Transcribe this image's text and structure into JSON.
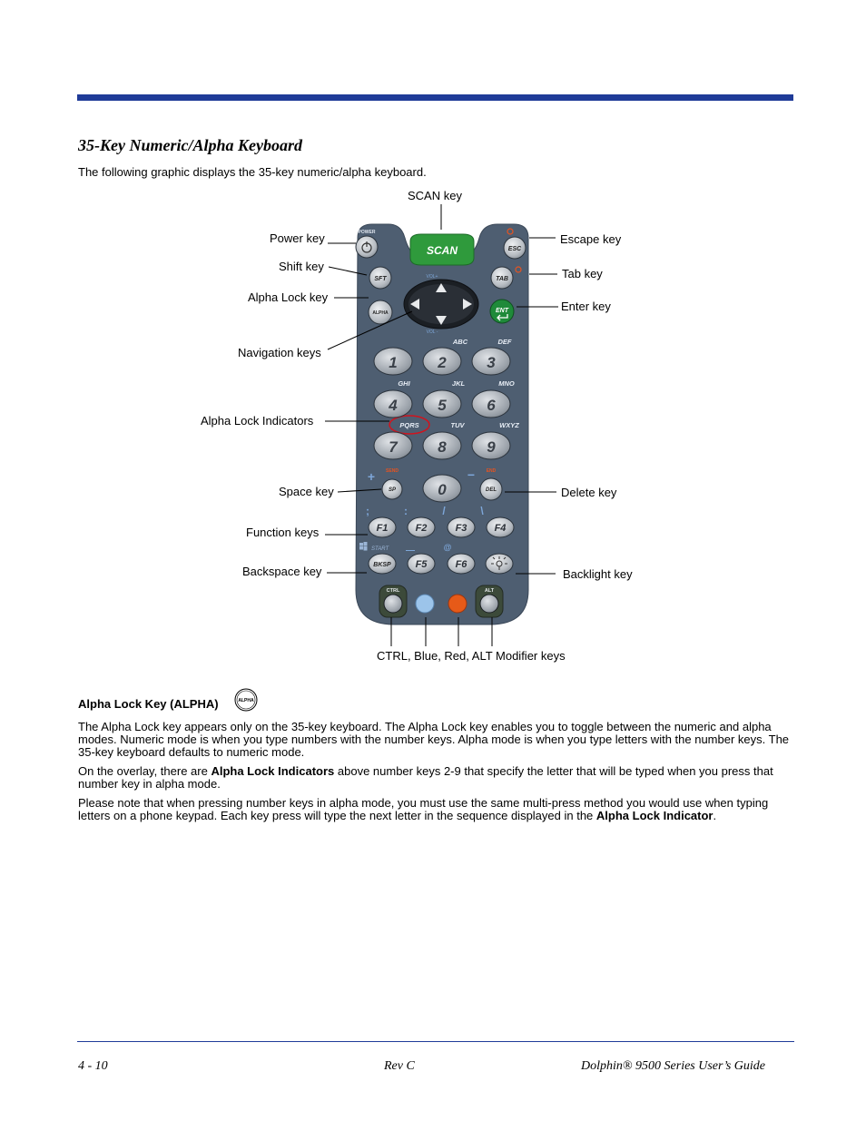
{
  "page": {
    "heading": "35-Key Numeric/Alpha Keyboard",
    "intro": "The following graphic displays the 35-key numeric/alpha keyboard."
  },
  "callouts": {
    "scan": "SCAN key",
    "power": "Power key",
    "shift": "Shift key",
    "alpha_lock": "Alpha Lock key",
    "navigation": "Navigation keys",
    "alpha_indicators": "Alpha Lock Indicators",
    "space": "Space key",
    "function": "Function keys",
    "backspace": "Backspace key",
    "escape": "Escape key",
    "tab": "Tab key",
    "enter": "Enter key",
    "delete": "Delete key",
    "backlight": "Backlight key",
    "modifiers": "CTRL, Blue, Red, ALT Modifier keys"
  },
  "keyboard": {
    "power": "POWER",
    "scan": "SCAN",
    "esc": "ESC",
    "sft": "SFT",
    "tab": "TAB",
    "alpha": "ALPHA",
    "ent": "ENT",
    "vol_up": "VOL+",
    "vol_down": "VOL -",
    "digits": [
      "1",
      "2",
      "3",
      "4",
      "5",
      "6",
      "7",
      "8",
      "9",
      "0"
    ],
    "letters": [
      "ABC",
      "DEF",
      "GHI",
      "JKL",
      "MNO",
      "PQRS",
      "TUV",
      "WXYZ"
    ],
    "send": "SEND",
    "end": "END",
    "sp": "SP",
    "del": "DEL",
    "fkeys": [
      "F1",
      "F2",
      "F3",
      "F4",
      "F5",
      "F6"
    ],
    "start": "START",
    "bksp": "BKSP",
    "ctrl": "CTRL",
    "alt": "ALT",
    "symbols": [
      "+",
      "−",
      ";",
      ":",
      "/",
      "\\",
      "—",
      "@"
    ]
  },
  "section": {
    "title": "Alpha Lock Key (ALPHA)",
    "icon_text": "ALPHA",
    "p1": "The Alpha Lock key appears only on the 35-key keyboard. The Alpha Lock key enables you to toggle between the numeric and alpha modes. Numeric mode is when you type numbers with the number keys. Alpha mode is when you type letters with the number keys. The 35-key keyboard defaults to numeric mode.",
    "p2_a": "On the overlay, there are ",
    "p2_b": "Alpha Lock Indicators",
    "p2_c": " above number keys 2-9 that specify the letter that will be typed when you press that number key in alpha mode.",
    "p3_a": "Please note that when pressing number keys in alpha mode, you must use the same multi-press method you would use when typing letters on a phone keypad. Each key press will type the next letter in the sequence displayed in the ",
    "p3_b": "Alpha Lock Indicator",
    "p3_c": "."
  },
  "footer": {
    "page_num": "4 - 10",
    "rev": "Rev C",
    "guide": "Dolphin® 9500 Series User’s Guide"
  },
  "colors": {
    "rule": "#1f3b98",
    "keyboard_body": "#4d5d70",
    "key_gray": "#b7bbc0",
    "scan_green": "#2f9a3c",
    "enter_green": "#1f8a3a",
    "indicator_red": "#d0141e",
    "modifier_blue": "#9cc4ea",
    "modifier_red": "#e65a18",
    "modifier_dark": "#3c4a3a"
  }
}
